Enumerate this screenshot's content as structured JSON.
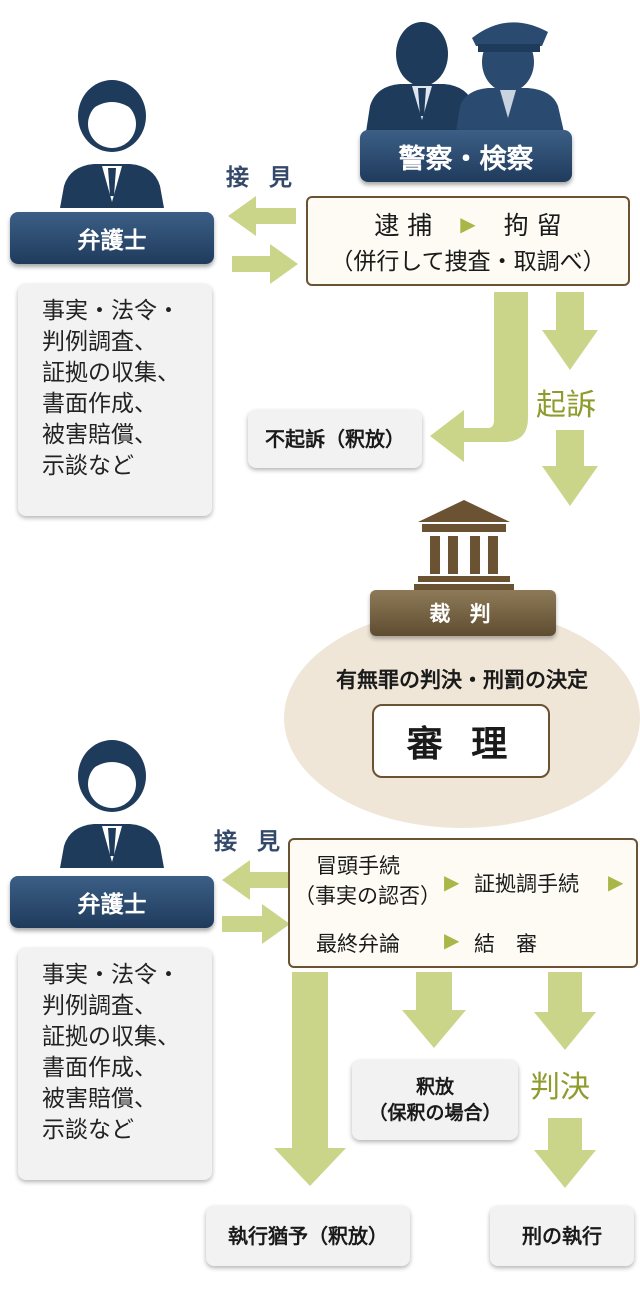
{
  "top": {
    "police_label": "警察・検察",
    "interview_label": "接 見",
    "lawyer_label": "弁護士",
    "lawyer_tasks": "事実・法令・\n判例調査、\n証拠の収集、\n書面作成、\n被害賠償、\n示談など",
    "arrest": "逮 捕",
    "detention": "拘 留",
    "investigation": "（併行して捜査・取調べ）",
    "non_prosecution": "不起訴（釈放）",
    "prosecution": "起訴"
  },
  "court": {
    "label": "裁 判",
    "verdict_decision": "有無罪の判決・刑罰の決定",
    "trial": "審 理"
  },
  "bottom": {
    "interview_label": "接 見",
    "lawyer_label": "弁護士",
    "lawyer_tasks": "事実・法令・\n判例調査、\n証拠の収集、\n書面作成、\n被害賠償、\n示談など",
    "opening_1": "冒頭手続",
    "opening_2": "（事実の認否）",
    "evidence": "証拠調手続",
    "closing": "最終弁論",
    "conclusion": "結　審",
    "release": "釈放\n（保釈の場合）",
    "judgment": "判決",
    "suspended": "執行猶予（釈放）",
    "execution": "刑の執行"
  },
  "colors": {
    "arrow": "#cbd58a",
    "navy": "#1f3b5c",
    "brown": "#6b5232",
    "ellipse": "#efe6d8"
  }
}
